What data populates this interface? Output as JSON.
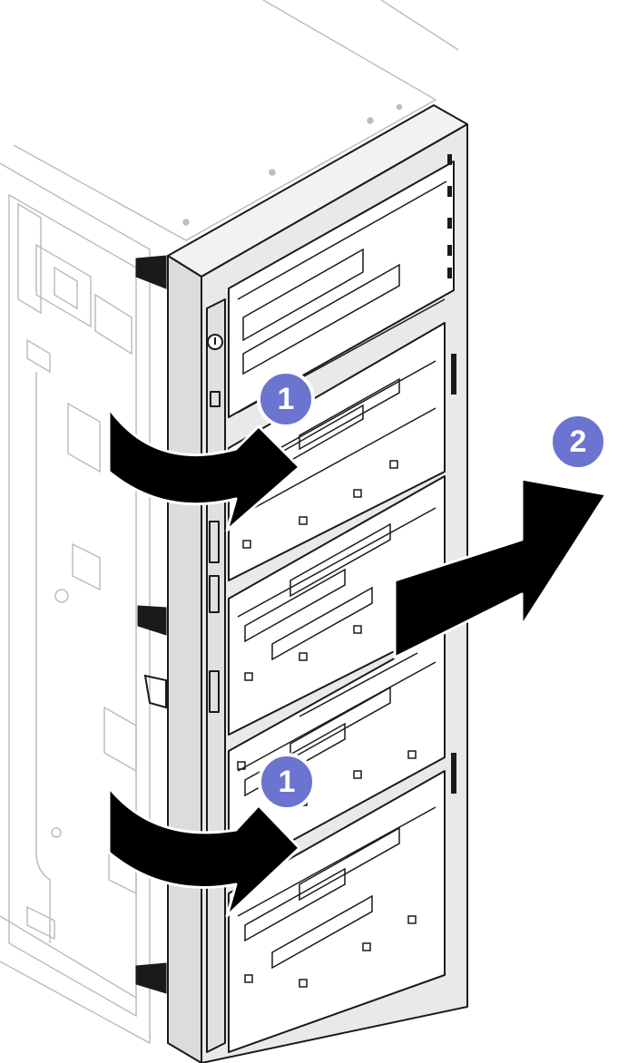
{
  "figure": {
    "subject": "server-front-bezel-removal",
    "callouts": [
      {
        "id": "release-tabs-upper",
        "label": "1"
      },
      {
        "id": "pull-bezel-away",
        "label": "2"
      },
      {
        "id": "release-tabs-lower",
        "label": "1"
      }
    ],
    "colors": {
      "callout_fill": "#6b74cf",
      "callout_stroke": "#ffffff",
      "arrow_fill": "#000000",
      "line": "#1a1a1a",
      "bezel_face": "#e6e6e6",
      "chassis_faint": "#bdbdbd"
    },
    "icons": [
      "curved-arrow-icon",
      "straight-arrow-icon",
      "power-button-icon"
    ]
  }
}
